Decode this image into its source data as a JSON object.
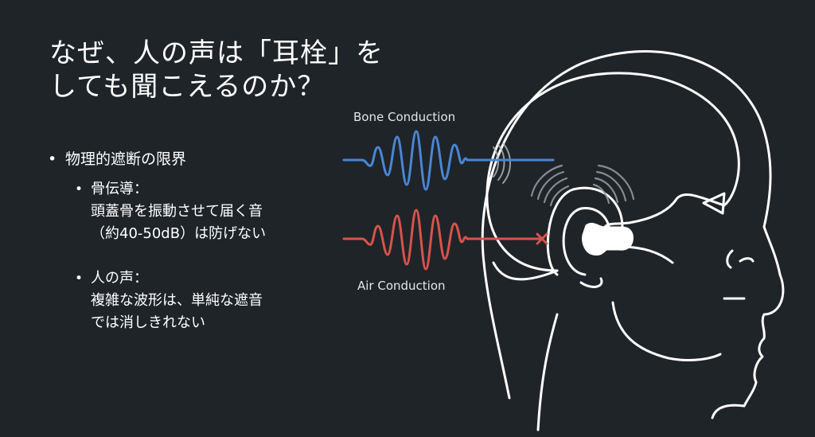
{
  "slide": {
    "title_lines": [
      "なぜ、人の声は「耳栓」を",
      "しても聞こえるのか？"
    ],
    "bullets": {
      "main": {
        "marker": "•",
        "text": "物理的遮断の限界"
      },
      "sub": [
        {
          "marker": "•",
          "heading": "骨伝導：",
          "lines": [
            "頭蓋骨を振動させて届く音",
            "（約40-50dB）は防げない"
          ]
        },
        {
          "marker": "•",
          "heading": "人の声：",
          "lines": [
            "複雑な波形は、単純な遮音",
            "では消しきれない"
          ]
        }
      ]
    }
  },
  "diagram": {
    "labels": {
      "bone": "Bone Conduction",
      "air": "Air Conduction"
    },
    "colors": {
      "background": "#1f2429",
      "bone_wave": "#4a86d4",
      "air_wave": "#d9534a",
      "outline": "#ffffff",
      "vibration_arcs": "#9a9ea3"
    },
    "icons": {
      "blocked_marker": "x-mark-icon",
      "earplug": "earplug-icon",
      "head": "head-profile-icon"
    }
  }
}
